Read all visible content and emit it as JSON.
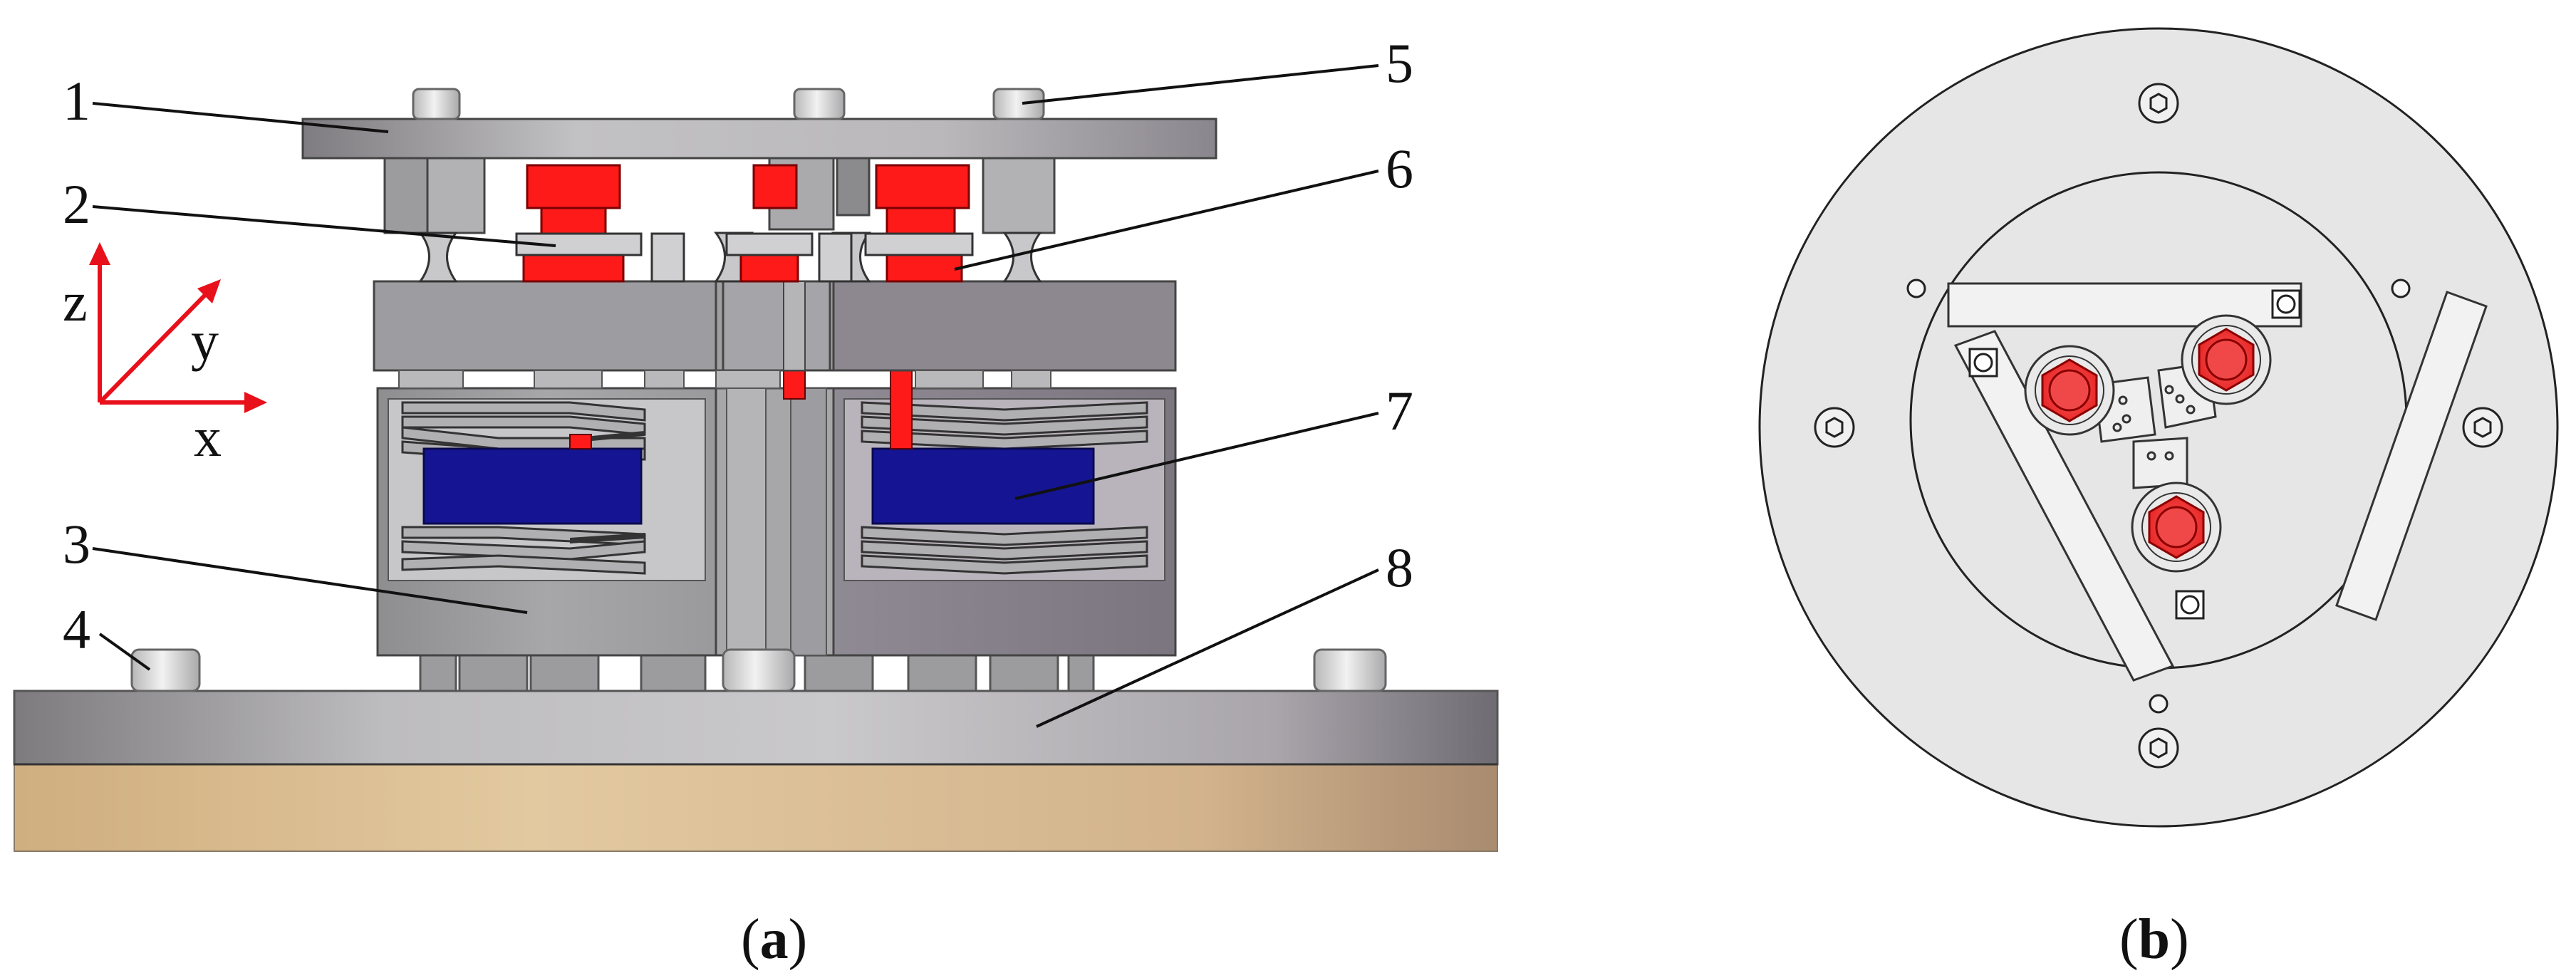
{
  "panel_a": {
    "part_labels": [
      "1",
      "2",
      "3",
      "4",
      "5",
      "6",
      "7",
      "8"
    ],
    "axis_labels": {
      "z": "z",
      "y": "y",
      "x": "x"
    },
    "caption": {
      "open": "(",
      "letter": "a",
      "close": ")"
    }
  },
  "panel_b": {
    "caption": {
      "open": "(",
      "letter": "b",
      "close": ")"
    }
  },
  "colors": {
    "steel_gray": "#a3a3a5",
    "dark_gray": "#6d6b70",
    "red_bolt": "#ff1a1a",
    "blue_magnet": "#151593",
    "base_tan": "#d4b890",
    "axis_red": "#e8101a",
    "plate_light": "#e6e6e6"
  }
}
